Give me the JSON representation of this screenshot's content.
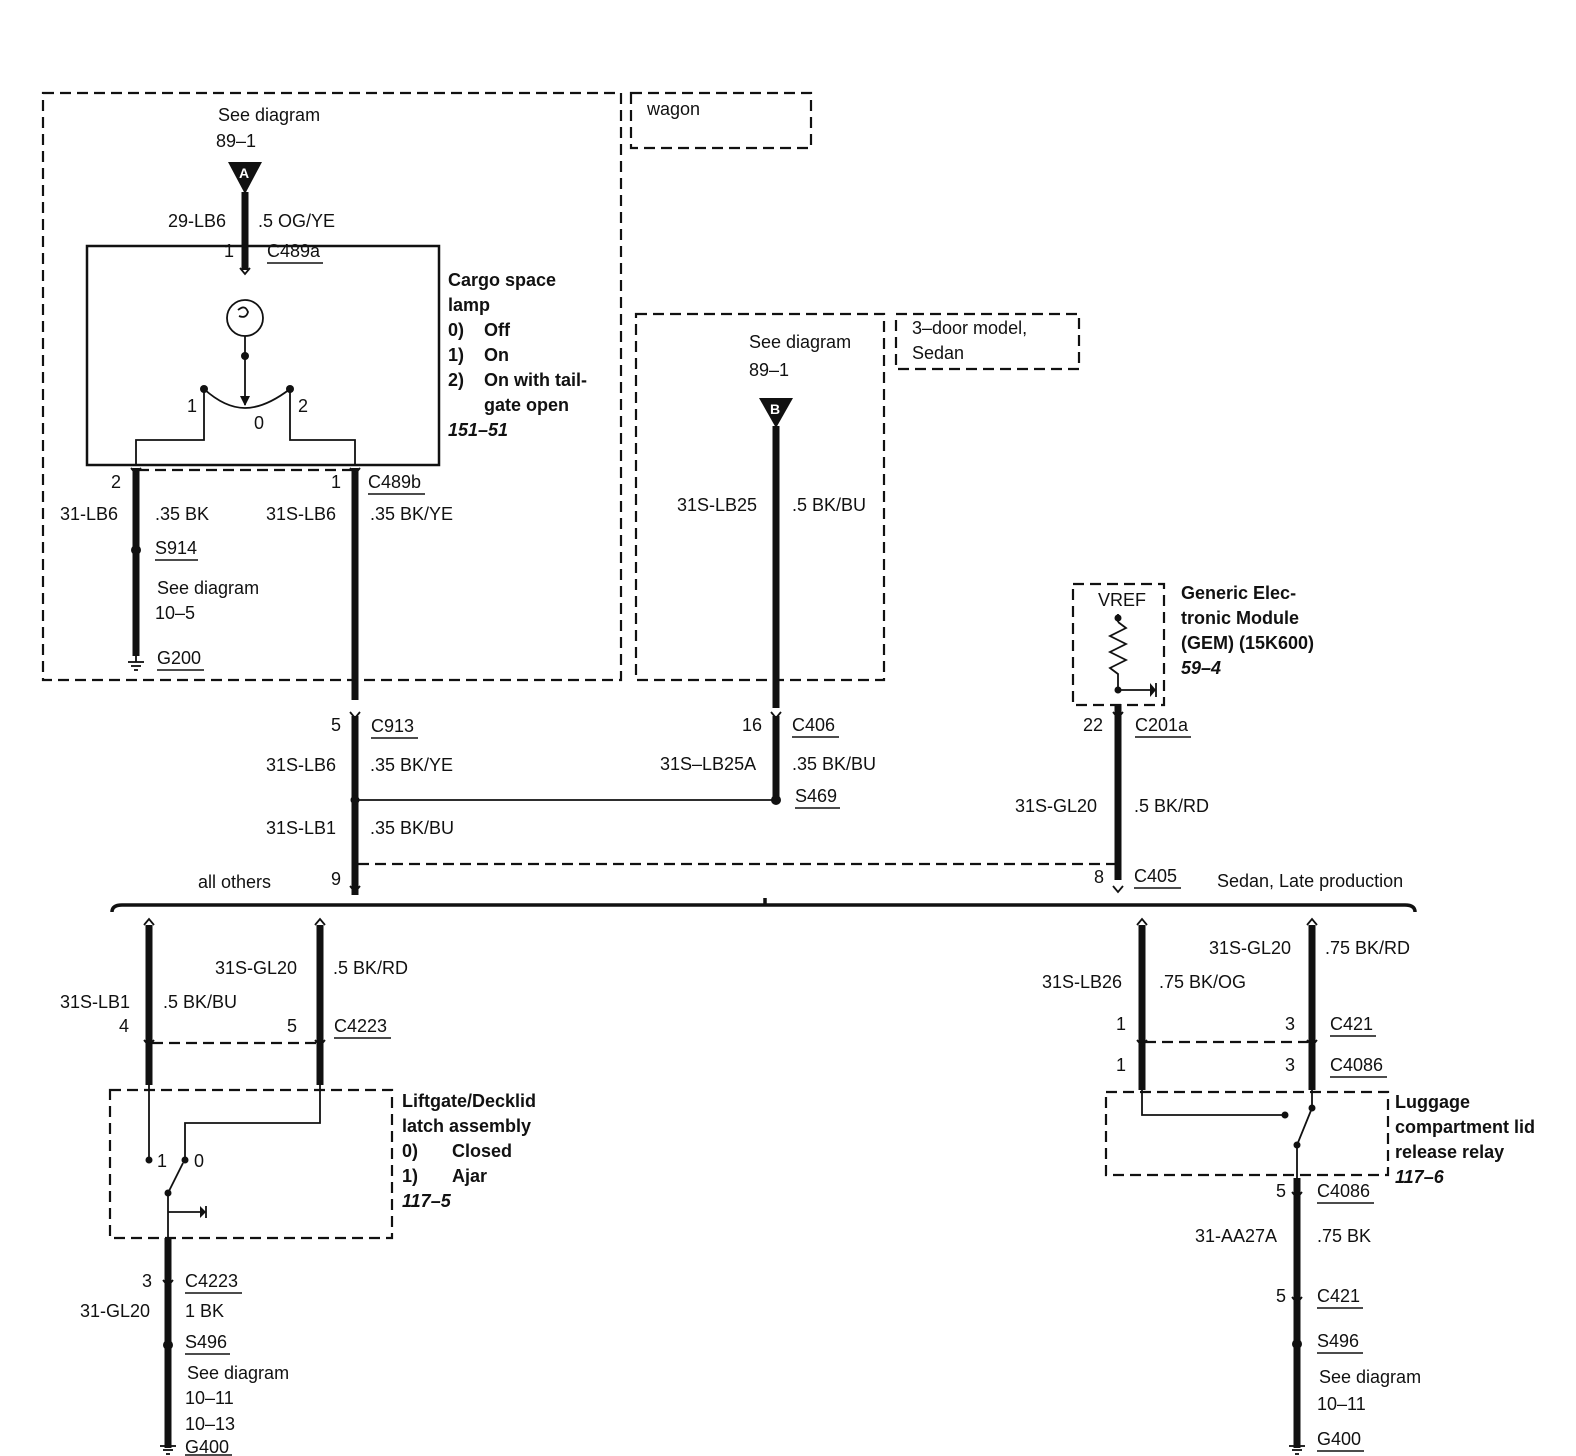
{
  "sections": {
    "wagon": "wagon",
    "three_door_sedan_line1": "3–door model,",
    "three_door_sedan_line2": "Sedan",
    "all_others": "all others",
    "sedan_late_production": "Sedan, Late production"
  },
  "refs": {
    "a_see": "See diagram",
    "a_num": "89–1",
    "a_letter": "A",
    "b_see": "See diagram",
    "b_num": "89–1",
    "b_letter": "B",
    "g200_see": "See diagram",
    "g200_num": "10–5",
    "lift_see": "See diagram",
    "lift_num1": "10–11",
    "lift_num2": "10–13",
    "lug_see": "See diagram",
    "lug_num": "10–11"
  },
  "cargo_lamp": {
    "title1": "Cargo space",
    "title2": "lamp",
    "opt0_num": "0)",
    "opt0": "Off",
    "opt1_num": "1)",
    "opt1": "On",
    "opt2_num": "2)",
    "opt2a": "On with tail-",
    "opt2b": "gate open",
    "ref": "151–51",
    "pos1": "1",
    "pos0": "0",
    "pos2": "2"
  },
  "gem": {
    "vref": "VREF",
    "title1": "Generic Elec-",
    "title2": "tronic Module",
    "title3": "(GEM) (15K600)",
    "ref": "59–4"
  },
  "liftgate": {
    "title1": "Liftgate/Decklid",
    "title2": "latch assembly",
    "opt0_num": "0)",
    "opt0": "Closed",
    "opt1_num": "1)",
    "opt1": "Ajar",
    "ref": "117–5",
    "pos1": "1",
    "pos0": "0"
  },
  "relay": {
    "title1": "Luggage",
    "title2": "compartment lid",
    "title3": "release relay",
    "ref": "117–6"
  },
  "connectors": {
    "c489a": "C489a",
    "c489b": "C489b",
    "c913": "C913",
    "c406": "C406",
    "c201a": "C201a",
    "c405": "C405",
    "c4223_top": "C4223",
    "c4223_bot": "C4223",
    "c421_top": "C421",
    "c4086_top": "C4086",
    "c4086_bot": "C4086",
    "c421_bot": "C421"
  },
  "splices": {
    "s914": "S914",
    "s469": "S469",
    "s496_left": "S496",
    "s496_right": "S496"
  },
  "grounds": {
    "g200": "G200",
    "g400_left": "G400",
    "g400_right": "G400"
  },
  "pins": {
    "p_a1": "1",
    "p_c489b_2": "2",
    "p_c489b_1": "1",
    "p_c913": "5",
    "p_c406": "16",
    "p_c201a": "22",
    "p_c405_9": "9",
    "p_c405_8": "8",
    "p_c4223_4": "4",
    "p_c4223_5": "5",
    "p_c4223_3": "3",
    "p_c421_1": "1",
    "p_c421_3": "3",
    "p_c4086_1": "1",
    "p_c4086_3": "3",
    "p_c4086_5": "5",
    "p_c421_5": "5"
  },
  "wires": {
    "w1_id": "29-LB6",
    "w1_spec": ".5 OG/YE",
    "w2_id": "31-LB6",
    "w2_spec": ".35 BK",
    "w3_id": "31S-LB6",
    "w3_spec": ".35 BK/YE",
    "w4_id": "31S-LB25",
    "w4_spec": ".5 BK/BU",
    "w5_id": "31S-LB6",
    "w5_spec": ".35 BK/YE",
    "w6_id": "31S–LB25A",
    "w6_spec": ".35 BK/BU",
    "w7_id": "31S-GL20",
    "w7_spec": ".5 BK/RD",
    "w8_id": "31S-LB1",
    "w8_spec": ".35 BK/BU",
    "w9_id": "31S-GL20",
    "w9_spec": ".5 BK/RD",
    "w10_id": "31S-LB1",
    "w10_spec": ".5 BK/BU",
    "w11_id": "31S-GL20",
    "w11_spec": ".75 BK/RD",
    "w12_id": "31S-LB26",
    "w12_spec": ".75 BK/OG",
    "w13_id": "31-GL20",
    "w13_spec": "1 BK",
    "w14_id": "31-AA27A",
    "w14_spec": ".75 BK"
  }
}
